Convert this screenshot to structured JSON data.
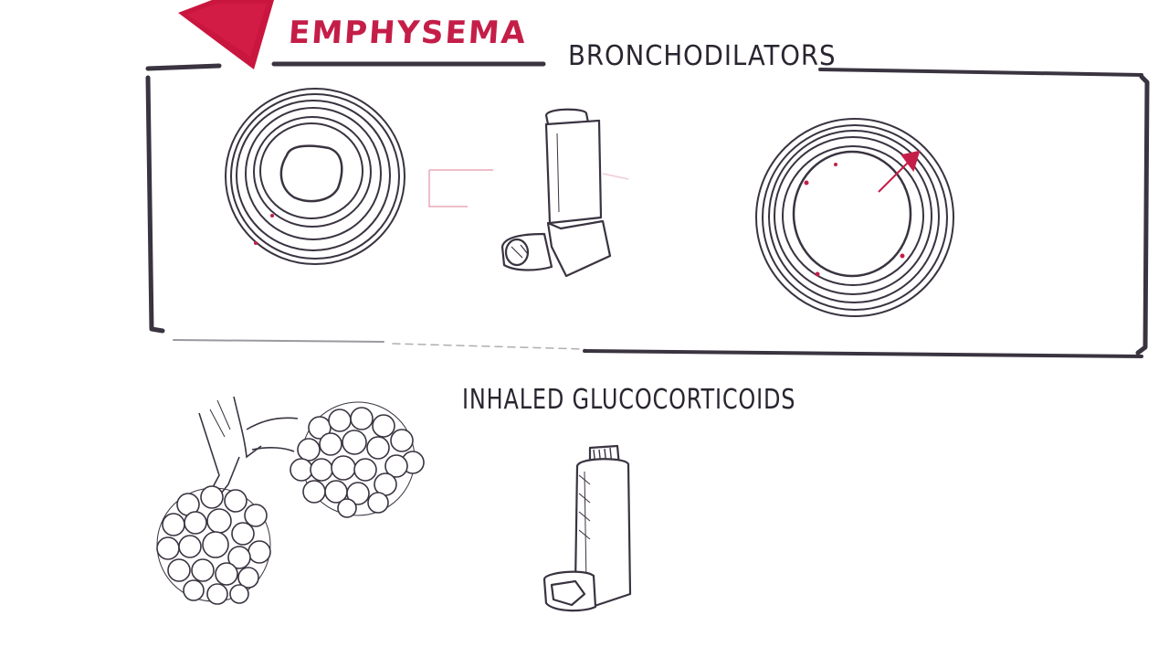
{
  "header": {
    "emphysema_label": "EMPHYSEMA"
  },
  "sections": {
    "bronchodilators_title": "BRONCHODILATORS",
    "inhaled_glucocorticoids_title": "INHALED GLUCOCORTICOIDS"
  },
  "colors": {
    "ink": "#2a2530",
    "accent_red": "#c41e48",
    "background": "#ffffff"
  },
  "illustrations": {
    "airway_constricted": "constricted-airway-cross-section",
    "bronchodilator_inhaler": "metered-dose-inhaler",
    "airway_dilated": "dilated-airway-cross-section",
    "alveoli_cluster": "alveoli-clusters",
    "glucocorticoid_inhaler": "inhaler-with-mouthpiece"
  }
}
